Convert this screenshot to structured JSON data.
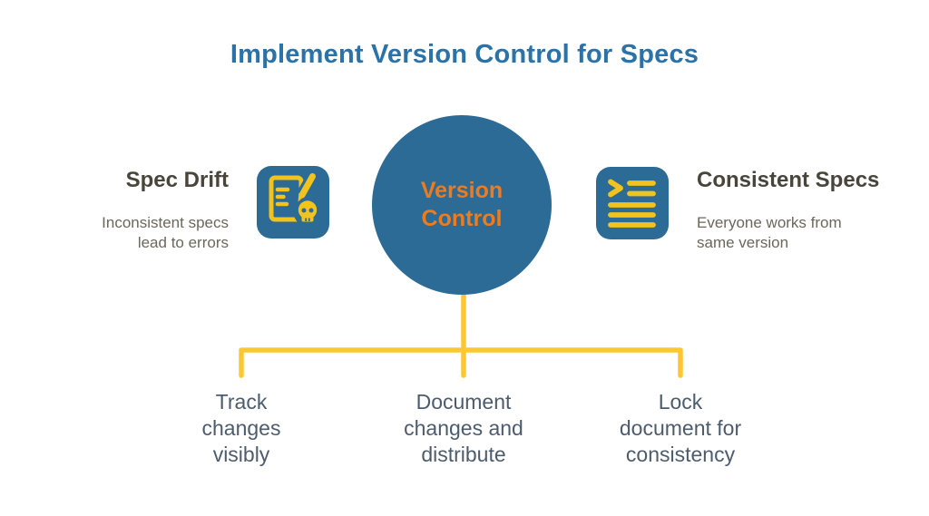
{
  "title": {
    "text": "Implement Version Control for Specs"
  },
  "center": {
    "label": "Version\nControl",
    "circle_color": "#2b6b96",
    "text_color": "#ee7b1d"
  },
  "left": {
    "heading": "Spec Drift",
    "description": "Inconsistent specs\nlead to errors",
    "icon": "document-pencil-skull-icon"
  },
  "right": {
    "heading": "Consistent Specs",
    "description": "Everyone works from\nsame version",
    "icon": "terminal-list-icon"
  },
  "branches": [
    {
      "label": "Track\nchanges\nvisibly"
    },
    {
      "label": "Document\nchanges and\ndistribute"
    },
    {
      "label": "Lock\ndocument for\nconsistency"
    }
  ],
  "colors": {
    "title_blue": "#2a72a8",
    "tile_and_circle_blue": "#2b6b96",
    "accent_orange": "#ee7b1d",
    "connector_yellow": "#fdc733",
    "icon_glyph_yellow": "#f2c31d",
    "heading_text": "#49453b",
    "subtext": "#6b675c",
    "branch_text": "#4d5c6d",
    "background": "#ffffff"
  }
}
